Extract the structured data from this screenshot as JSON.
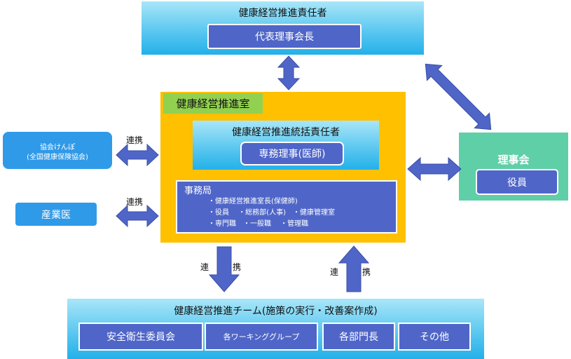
{
  "top": {
    "title": "健康経営推進責任者",
    "box": "代表理事会長"
  },
  "office": {
    "title": "健康経営推進室"
  },
  "supervisor": {
    "title": "健康経営推進統括責任者",
    "box": "専務理事(医師)"
  },
  "secretariat": {
    "title": "事務局",
    "lines": [
      "・健康経営推進室長(保健師)",
      "・役員　 ・総務部(人事)　・健康管理室",
      "・専門職　・一般職　 ・管理職"
    ]
  },
  "left1": {
    "line1": "協会けんぽ",
    "line2": "(全国健康保険協会)",
    "link": "連携"
  },
  "left2": {
    "label": "産業医",
    "link": "連携"
  },
  "board": {
    "title": "理事会",
    "box": "役員"
  },
  "down_link": {
    "a": "連",
    "b": "携"
  },
  "up_link": {
    "a": "連",
    "b": "携"
  },
  "team": {
    "title": "健康経営推進チーム(施策の実行・改善案作成)",
    "items": [
      "安全衛生委員会",
      "各ワーキンググループ",
      "各部門長",
      "その他"
    ]
  },
  "colors": {
    "office_bg": "#ffc000",
    "office_label": "#92d050",
    "board_bg": "#5fcfa8",
    "blue": "#4f66c8",
    "arrow": "#4f66c8"
  }
}
